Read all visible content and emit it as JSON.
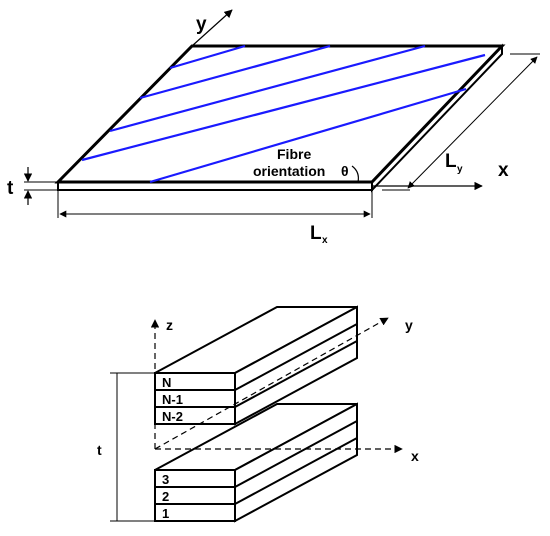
{
  "plate": {
    "axis_y": "y",
    "axis_x": "x",
    "thickness": "t",
    "fibre_label_line1": "Fibre",
    "fibre_label_line2": "orientation",
    "theta": "θ",
    "length_x_main": "L",
    "length_x_sub": "x",
    "length_y_main": "L",
    "length_y_sub": "y",
    "fibre_color": "#1a1aff"
  },
  "laminate": {
    "axis_z": "z",
    "axis_y": "y",
    "axis_x": "x",
    "thickness": "t",
    "top_layers": [
      "N",
      "N-1",
      "N-2"
    ],
    "bottom_layers": [
      "3",
      "2",
      "1"
    ]
  }
}
